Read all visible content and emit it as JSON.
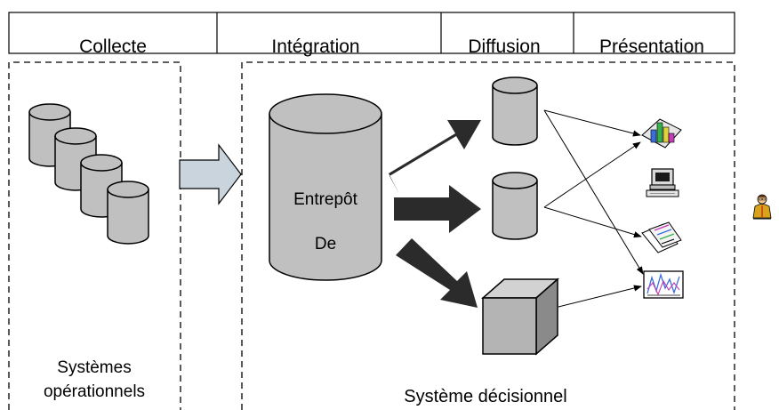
{
  "header": {
    "columns": [
      {
        "label": "Collecte"
      },
      {
        "label": "Intégration"
      },
      {
        "label": "Diffusion"
      },
      {
        "label": "Présentation"
      }
    ]
  },
  "left_panel": {
    "label_line1": "Systèmes",
    "label_line2": "opérationnels"
  },
  "right_panel": {
    "label": "Système décisionnel"
  },
  "warehouse": {
    "label_line1": "Entrepôt",
    "label_line2": "De"
  },
  "icons": {
    "source_db": "database-cylinder-icon",
    "datamart": "database-cylinder-icon",
    "olap_cube": "cube-icon",
    "chart_tool": "chart-icon",
    "computer": "computer-icon",
    "report": "report-documents-icon",
    "graph_screen": "graph-screen-icon",
    "user": "user-icon"
  },
  "colors": {
    "cylinder_fill": "#c0c0c0",
    "cube_front": "#b4b4b4",
    "cube_side": "#8a8a8a",
    "arrow_fill": "#2b2b2b",
    "transfer_arrow_fill": "#c9d4dd"
  }
}
